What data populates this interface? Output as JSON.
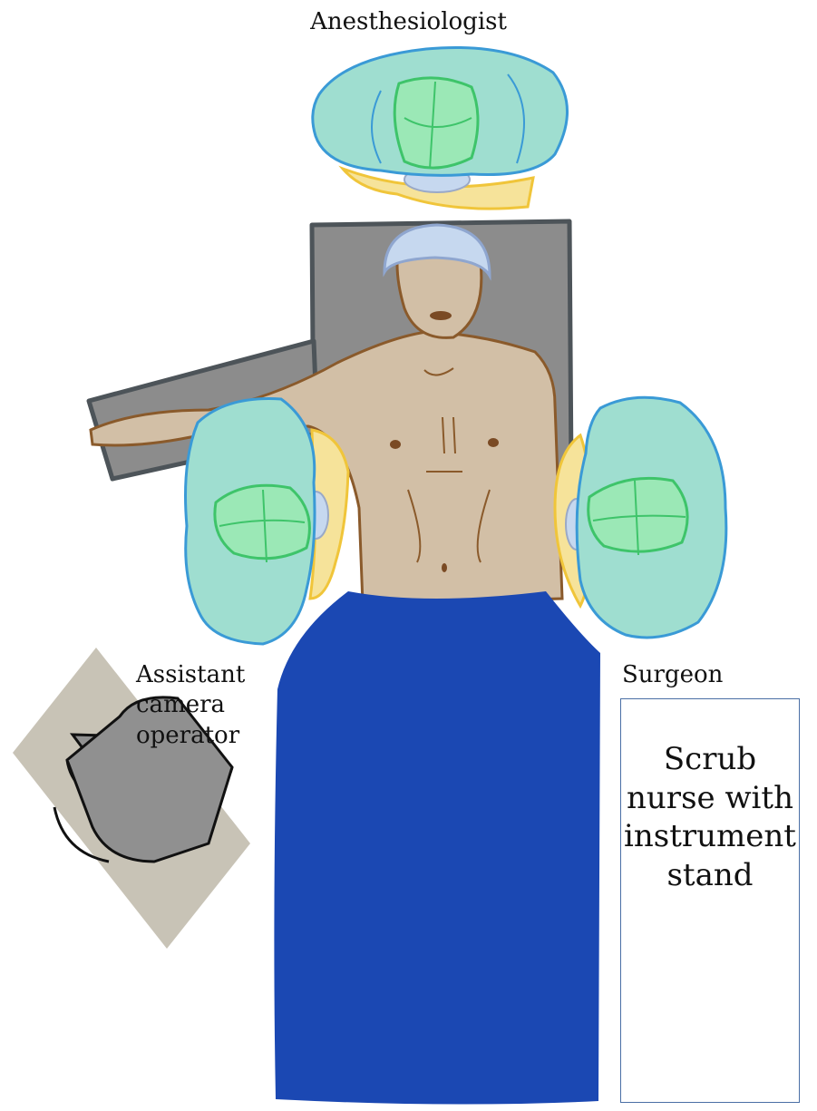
{
  "labels": {
    "anesthesiologist": "Anesthesiologist",
    "assistant": [
      "Assistant",
      "camera",
      "operator"
    ],
    "surgeon": "Surgeon",
    "scrub_nurse": [
      "Scrub",
      "nurse with",
      "instrument",
      "stand"
    ]
  },
  "colors": {
    "drape": "#1b48b3",
    "table": "#8c8c8c",
    "table_outline": "#4d5459",
    "skin": "#d2bfa6",
    "skin_outline": "#8a5a2b",
    "gown": "#9fded0",
    "gown_outline": "#3a9ad6",
    "cap": "#9be8b6",
    "cap_outline": "#3ec46a",
    "mask": "#f6e39a",
    "mask_outline": "#f0c53a",
    "hair_cover": "#c6d8ef",
    "tray_floor": "#c8c3b6",
    "instrument_stand": "#909090"
  }
}
